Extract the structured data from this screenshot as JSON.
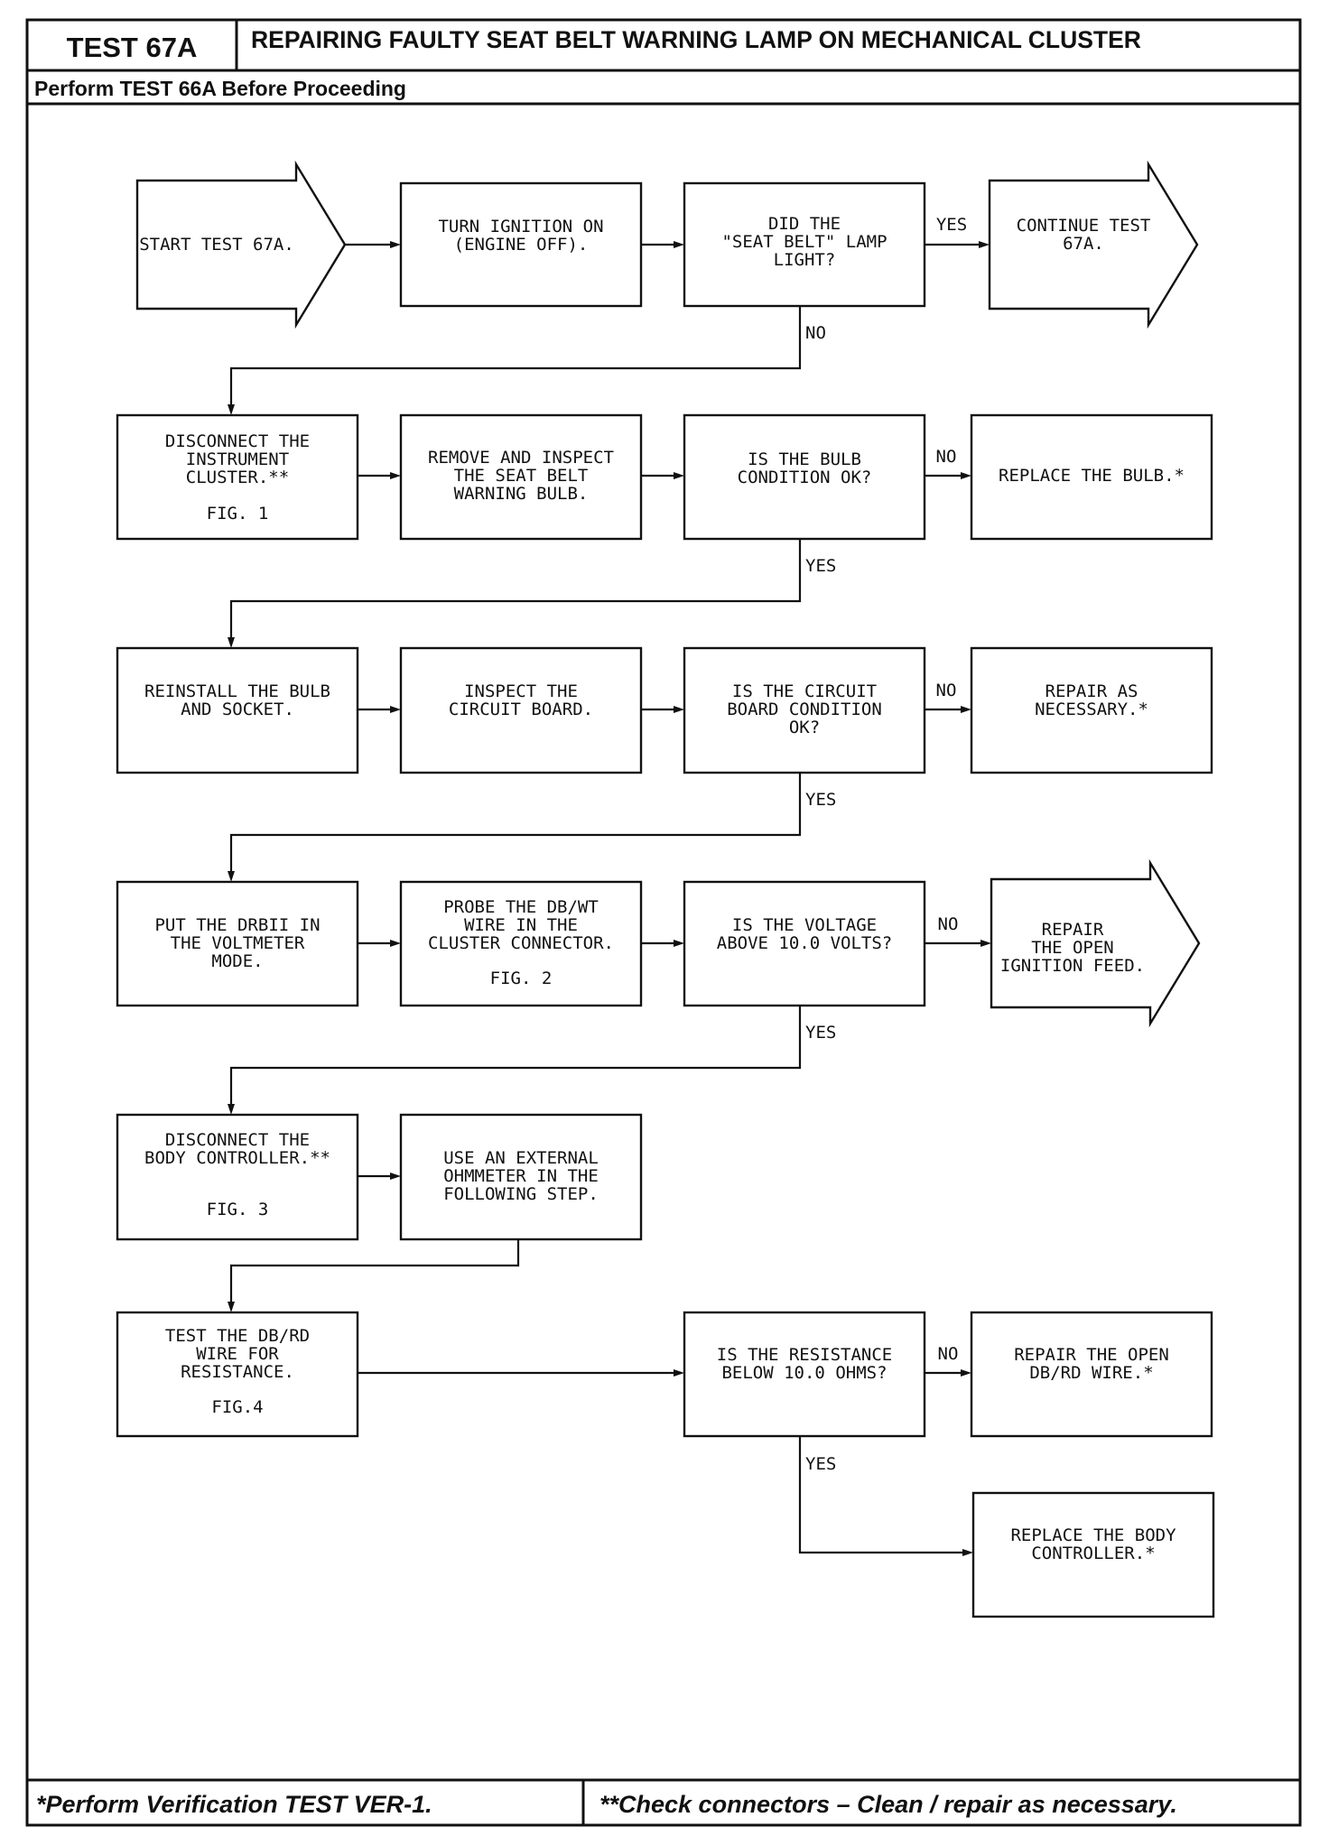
{
  "header": {
    "test_id": "TEST 67A",
    "title": "REPAIRING FAULTY SEAT BELT WARNING LAMP ON MECHANICAL CLUSTER",
    "subtitle": "Perform TEST 66A Before Proceeding"
  },
  "flow": {
    "start": [
      "START TEST 67A."
    ],
    "ignition_on": [
      "TURN IGNITION ON",
      "(ENGINE OFF)."
    ],
    "lamp_q": [
      "DID THE",
      "\"SEAT BELT\" LAMP",
      "LIGHT?"
    ],
    "continue_test": [
      "CONTINUE TEST",
      "67A."
    ],
    "disconnect_cluster": [
      "DISCONNECT THE",
      "INSTRUMENT",
      "CLUSTER.**"
    ],
    "disconnect_cluster_fig": "FIG. 1",
    "inspect_bulb": [
      "REMOVE AND INSPECT",
      "THE SEAT BELT",
      "WARNING BULB."
    ],
    "bulb_q": [
      "IS THE BULB",
      "CONDITION OK?"
    ],
    "replace_bulb": [
      "REPLACE THE BULB.*"
    ],
    "reinstall_bulb": [
      "REINSTALL THE BULB",
      "AND SOCKET."
    ],
    "inspect_board": [
      "INSPECT THE",
      "CIRCUIT BOARD."
    ],
    "board_q": [
      "IS THE CIRCUIT",
      "BOARD CONDITION",
      "OK?"
    ],
    "repair_board": [
      "REPAIR AS",
      "NECESSARY.*"
    ],
    "drbii": [
      "PUT THE DRBII IN",
      "THE VOLTMETER",
      "MODE."
    ],
    "probe_wire": [
      "PROBE THE DB/WT",
      "WIRE IN THE",
      "CLUSTER CONNECTOR."
    ],
    "probe_wire_fig": "FIG. 2",
    "voltage_q": [
      "IS THE VOLTAGE",
      "ABOVE 10.0 VOLTS?"
    ],
    "repair_feed": [
      "REPAIR",
      "THE OPEN",
      "IGNITION FEED."
    ],
    "disconnect_bc": [
      "DISCONNECT THE",
      "BODY CONTROLLER.**"
    ],
    "disconnect_bc_fig": "FIG. 3",
    "ohmmeter": [
      "USE AN EXTERNAL",
      "OHMMETER IN THE",
      "FOLLOWING STEP."
    ],
    "test_dbrd": [
      "TEST THE DB/RD",
      "WIRE FOR",
      "RESISTANCE."
    ],
    "test_dbrd_fig": "FIG.4",
    "resistance_q": [
      "IS THE RESISTANCE",
      "BELOW 10.0 OHMS?"
    ],
    "repair_dbrd": [
      "REPAIR THE OPEN",
      "DB/RD WIRE.*"
    ],
    "replace_bc": [
      "REPLACE THE BODY",
      "CONTROLLER.*"
    ]
  },
  "labels": {
    "yes": "YES",
    "no": "NO"
  },
  "footer": {
    "left": "*Perform Verification TEST VER-1.",
    "right": "**Check connectors – Clean / repair as necessary."
  }
}
